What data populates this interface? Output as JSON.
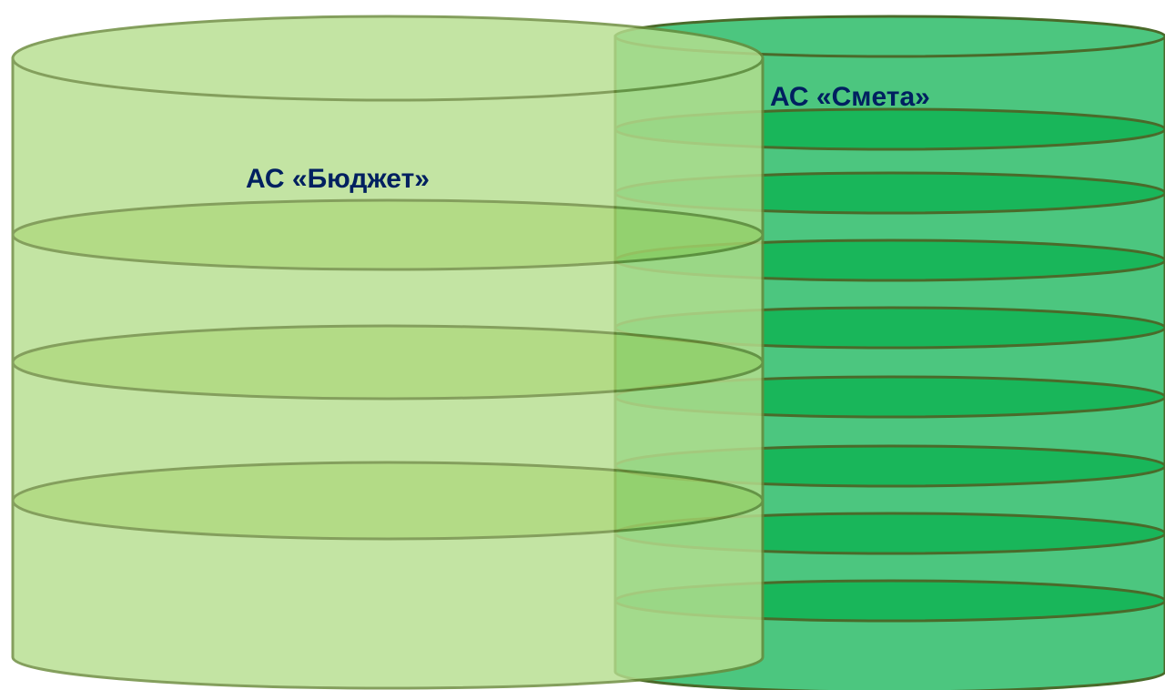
{
  "diagram": {
    "cylinders": [
      {
        "label": "АС «Бюджет»",
        "layers": 4,
        "fill_color": "#b7df90",
        "disk_color": "#a3d46c",
        "stroke_color": "#6a8a3a"
      },
      {
        "label": "АС «Смета»",
        "layers": 9,
        "fill_color": "#4cc67f",
        "disk_color": "#19b65a",
        "stroke_color": "#4a6a2a"
      }
    ]
  }
}
